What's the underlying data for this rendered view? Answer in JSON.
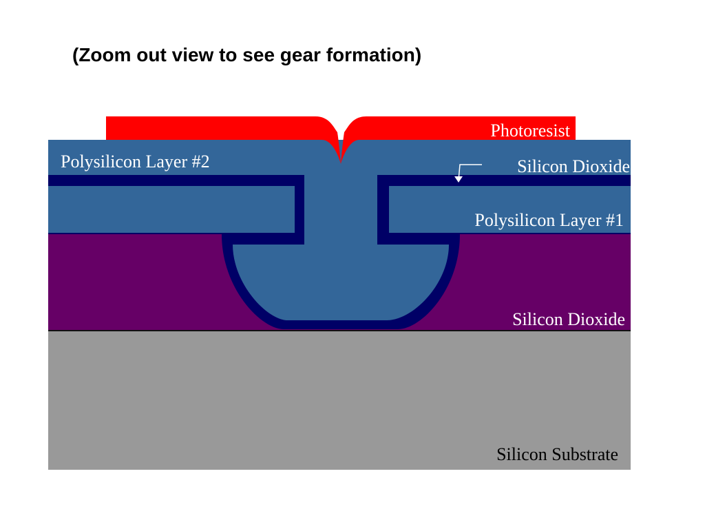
{
  "title": "(Zoom out view to see gear formation)",
  "labels": {
    "photoresist": "Photoresist",
    "polysilicon_layer_2": "Polysilicon Layer #2",
    "silicon_dioxide_thin": "Silicon Dioxide",
    "polysilicon_layer_1": "Polysilicon Layer #1",
    "silicon_dioxide_thick": "Silicon Dioxide",
    "silicon_substrate": "Silicon Substrate"
  },
  "colors": {
    "photoresist": "#ff0000",
    "polysilicon": "#336699",
    "oxide_thin": "#000066",
    "oxide_thick": "#660066",
    "substrate": "#999999",
    "label_light": "#ffffff",
    "label_dark": "#000000"
  }
}
